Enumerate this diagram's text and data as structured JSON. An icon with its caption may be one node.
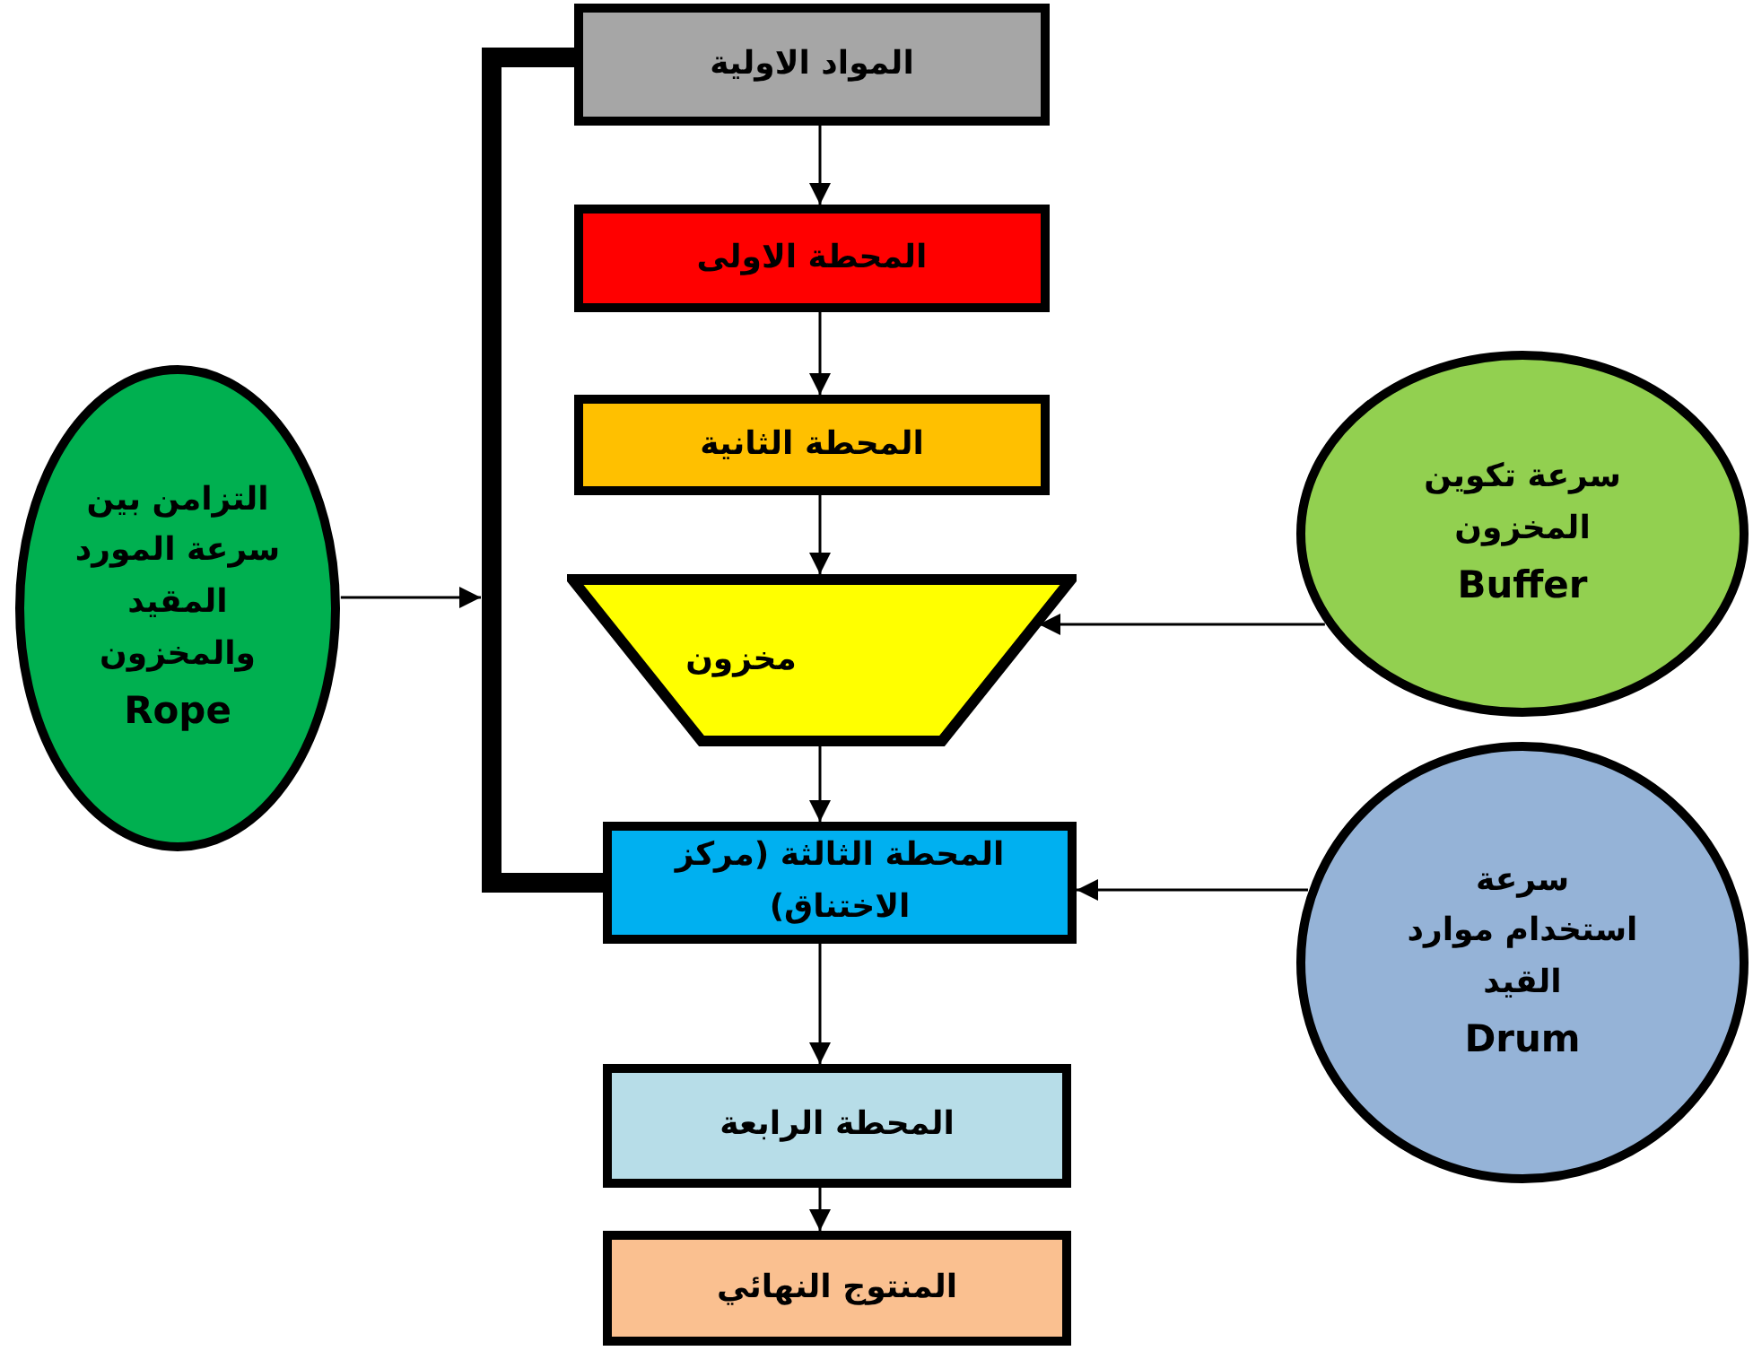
{
  "diagram": {
    "nodes": [
      {
        "text": [
          "المواد الاولية"
        ]
      },
      {
        "text": [
          "المحطة الاولى"
        ]
      },
      {
        "text": [
          "المحطة الثانية"
        ]
      },
      {
        "text": [
          "مخزون"
        ]
      },
      {
        "text": [
          "المحطة الثالثة (مركز الاختناق)"
        ]
      },
      {
        "text": [
          "المحطة الرابعة"
        ]
      },
      {
        "text": [
          "المنتوج النهائي"
        ]
      },
      {
        "text": [
          "التزامن بين سرعة المورد المقيد والمخزون",
          "Rope"
        ]
      },
      {
        "text": [
          "سرعة تكوين المخزون",
          "Buffer"
        ]
      },
      {
        "text": [
          "سرعة استخدام موارد القيد",
          "Drum"
        ]
      }
    ],
    "edges": [
      {
        "from": 0,
        "to": 1,
        "arrow": "to"
      },
      {
        "from": 1,
        "to": 2,
        "arrow": "to"
      },
      {
        "from": 2,
        "to": 3,
        "arrow": "to"
      },
      {
        "from": 3,
        "to": 4,
        "arrow": "to"
      },
      {
        "from": 4,
        "to": 5,
        "arrow": "to"
      },
      {
        "from": 5,
        "to": 6,
        "arrow": "to"
      },
      {
        "from": 0,
        "to": 4,
        "arrow": "none",
        "style": "thick"
      },
      {
        "from": 7,
        "to": null,
        "arrow": "to"
      },
      {
        "from": 8,
        "to": 3,
        "arrow": "to"
      },
      {
        "from": 9,
        "to": 4,
        "arrow": "to"
      }
    ]
  }
}
